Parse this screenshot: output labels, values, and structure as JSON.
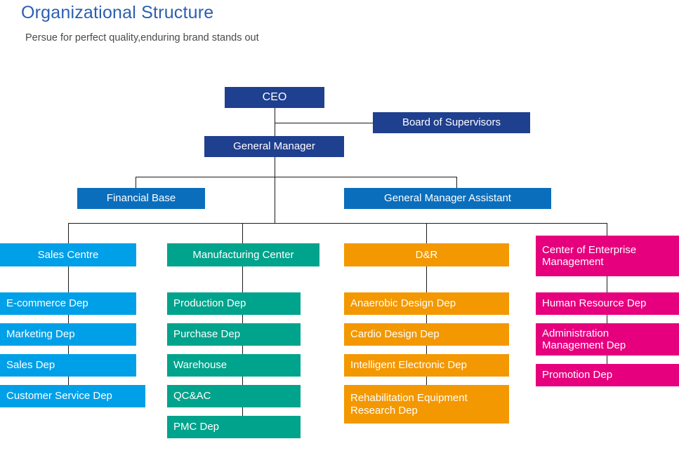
{
  "header": {
    "title": "Organizational Structure",
    "subtitle": "Persue for perfect quality,enduring brand stands out"
  },
  "colors": {
    "title": "#2b5fb0",
    "subtitle": "#4a4a4a",
    "navy": "#1f3f8f",
    "blue": "#0a6ebd",
    "cyan": "#00a0e9",
    "teal": "#00a38c",
    "orange": "#f39800",
    "magenta": "#e6007e",
    "connector": "#1a1a1a",
    "background": "#ffffff"
  },
  "chart_data": {
    "type": "diagram",
    "title": "Organizational Structure",
    "subtitle": "Persue for perfect quality,enduring brand stands out",
    "levels": [
      {
        "level": 1,
        "nodes": [
          "CEO"
        ]
      },
      {
        "level": 1,
        "nodes": [
          "Board of Supervisors"
        ]
      },
      {
        "level": 2,
        "nodes": [
          "General Manager"
        ]
      },
      {
        "level": 3,
        "nodes": [
          "Financial Base",
          "General Manager Assistant"
        ]
      },
      {
        "level": 4,
        "nodes": [
          "Sales Centre",
          "Manufacturing Center",
          "D&R",
          "Center of Enterprise Management"
        ]
      }
    ],
    "edges": [
      {
        "from": "CEO",
        "to": "Board of Supervisors"
      },
      {
        "from": "CEO",
        "to": "General Manager"
      },
      {
        "from": "General Manager",
        "to": "Financial Base"
      },
      {
        "from": "General Manager",
        "to": "General Manager Assistant"
      },
      {
        "from": "General Manager",
        "to": "Sales Centre"
      },
      {
        "from": "General Manager",
        "to": "Manufacturing Center"
      },
      {
        "from": "General Manager",
        "to": "D&R"
      },
      {
        "from": "General Manager",
        "to": "Center of Enterprise Management"
      }
    ]
  },
  "top": {
    "ceo": "CEO",
    "board_of_supervisors": "Board of Supervisors",
    "general_manager": "General Manager",
    "financial_base": "Financial Base",
    "general_manager_assistant": "General Manager Assistant"
  },
  "columns": [
    {
      "key": "sales",
      "head": "Sales Centre",
      "color": "#00a0e9",
      "children": [
        "E-commerce Dep",
        "Marketing Dep",
        "Sales Dep",
        "Customer Service Dep"
      ]
    },
    {
      "key": "manufacturing",
      "head": "Manufacturing Center",
      "color": "#00a38c",
      "children": [
        "Production Dep",
        "Purchase Dep",
        "Warehouse",
        "QC&AC",
        "PMC Dep"
      ]
    },
    {
      "key": "dr",
      "head": "D&R",
      "color": "#f39800",
      "children": [
        "Anaerobic Design Dep",
        "Cardio Design Dep",
        "Intelligent Electronic Dep",
        "Rehabilitation Equipment\nResearch Dep"
      ]
    },
    {
      "key": "enterprise",
      "head": "Center of Enterprise\nManagement",
      "color": "#e6007e",
      "children": [
        "Human Resource Dep",
        "Administration\nManagement Dep",
        "Promotion Dep"
      ]
    }
  ]
}
